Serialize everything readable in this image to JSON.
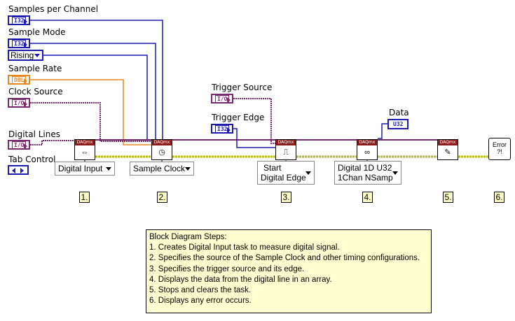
{
  "labels": {
    "samples_per_channel": "Samples per Channel",
    "sample_mode": "Sample Mode",
    "sample_rate": "Sample Rate",
    "clock_source": "Clock Source",
    "digital_lines": "Digital Lines",
    "tab_control": "Tab Control",
    "trigger_source": "Trigger Source",
    "trigger_edge": "Trigger Edge",
    "data": "Data"
  },
  "controls": {
    "samples_per_channel_type": "I32",
    "sample_mode_type": "I32",
    "sample_mode_value": "Rising",
    "sample_rate_type": "DBL",
    "clock_source_type": "I/O",
    "digital_lines_type": "I/O",
    "trigger_source_type": "I/O",
    "trigger_edge_type": "I32",
    "data_type": "U32"
  },
  "vi_header": "DAQmx",
  "selectors": {
    "create_channel": "Digital Input",
    "timing": "Sample Clock",
    "trigger_line1": "Start",
    "trigger_line2": "Digital Edge",
    "read_line1": "Digital 1D U32",
    "read_line2": "1Chan NSamp"
  },
  "steps": [
    "1.",
    "2.",
    "3.",
    "4.",
    "5.",
    "6."
  ],
  "error_vi": "Error\n?!",
  "note": {
    "title": "Block Diagram Steps:",
    "lines": [
      "1. Creates Digital Input task to measure digital signal.",
      "2. Specifies the source of the Sample Clock and other timing configurations.",
      "3. Specifies the trigger source and its edge.",
      "4. Displays the data from the digital line in an array.",
      "5. Stops and clears the task.",
      "6. Displays any error occurs."
    ]
  },
  "colors": {
    "integer_wire": "#1c1cb0",
    "double_wire": "#e8891d",
    "io_wire": "#7a2a6e",
    "error_wire": "#b8b820",
    "vi_header": "#8a1c1c",
    "note_bg": "#ffffd2"
  }
}
